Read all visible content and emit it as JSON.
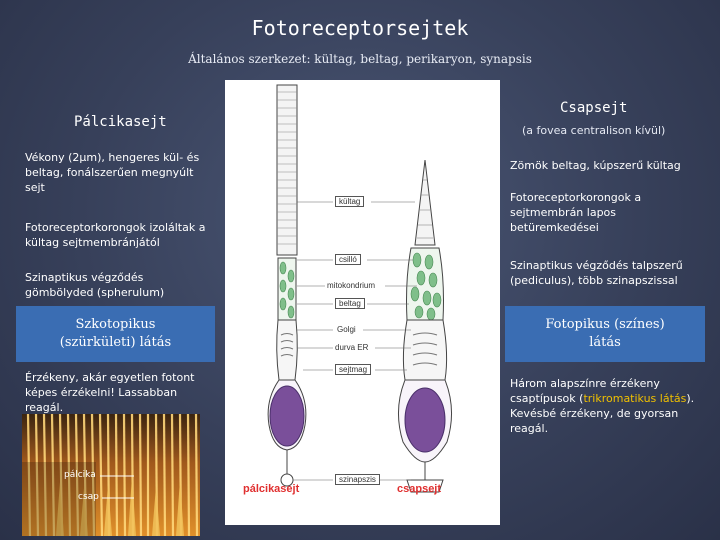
{
  "title": "Fotoreceptorsejtek",
  "subtitle": "Általános szerkezet: kültag, beltag, perikaryon, synapsis",
  "left": {
    "heading": "Pálcikasejt",
    "p1": "Vékony (2µm), hengeres kül- és beltag, fonálszerűen megnyúlt sejt",
    "p2": "Fotoreceptorkorongok izoláltak a kültag sejtmembránjától",
    "p3": "Szinaptikus végződés gömbölyded (spherulum)",
    "box": "Szkotopikus (szürkületi) látás",
    "p4": "Érzékeny, akár egyetlen fotont képes érzékelni! Lassabban reagál."
  },
  "right": {
    "heading": "Csapsejt",
    "subheading": "(a fovea centralison kívül)",
    "p1": "Zömök beltag, kúpszerű kültag",
    "p2": "Fotoreceptorkorongok a sejtmembrán lapos betüremkedései",
    "p3": "Szinaptikus végződés talpszerű (pediculus), több szinapszissal",
    "box": "Fotopikus (színes) látás",
    "p4a": "Három alapszínre érzékeny csaptípusok (",
    "p4b": "trikromatikus látás",
    "p4c": "). Kevésbé érzékeny, de gyorsan reagál."
  },
  "diagram": {
    "labels": {
      "kultag": "kültag",
      "csillo": "csilló",
      "mitokondrium": "mitokondrium",
      "beltag": "beltag",
      "golgi": "Golgi",
      "durva_er": "durva ER",
      "sejtmag": "sejtmag",
      "szinapszis": "szinapszis"
    },
    "rod_label": "pálcikasejt",
    "cone_label": "csapsejt",
    "label_color": "#e03030"
  },
  "photo": {
    "rod_label": "pálcika",
    "cone_label": "csap"
  }
}
